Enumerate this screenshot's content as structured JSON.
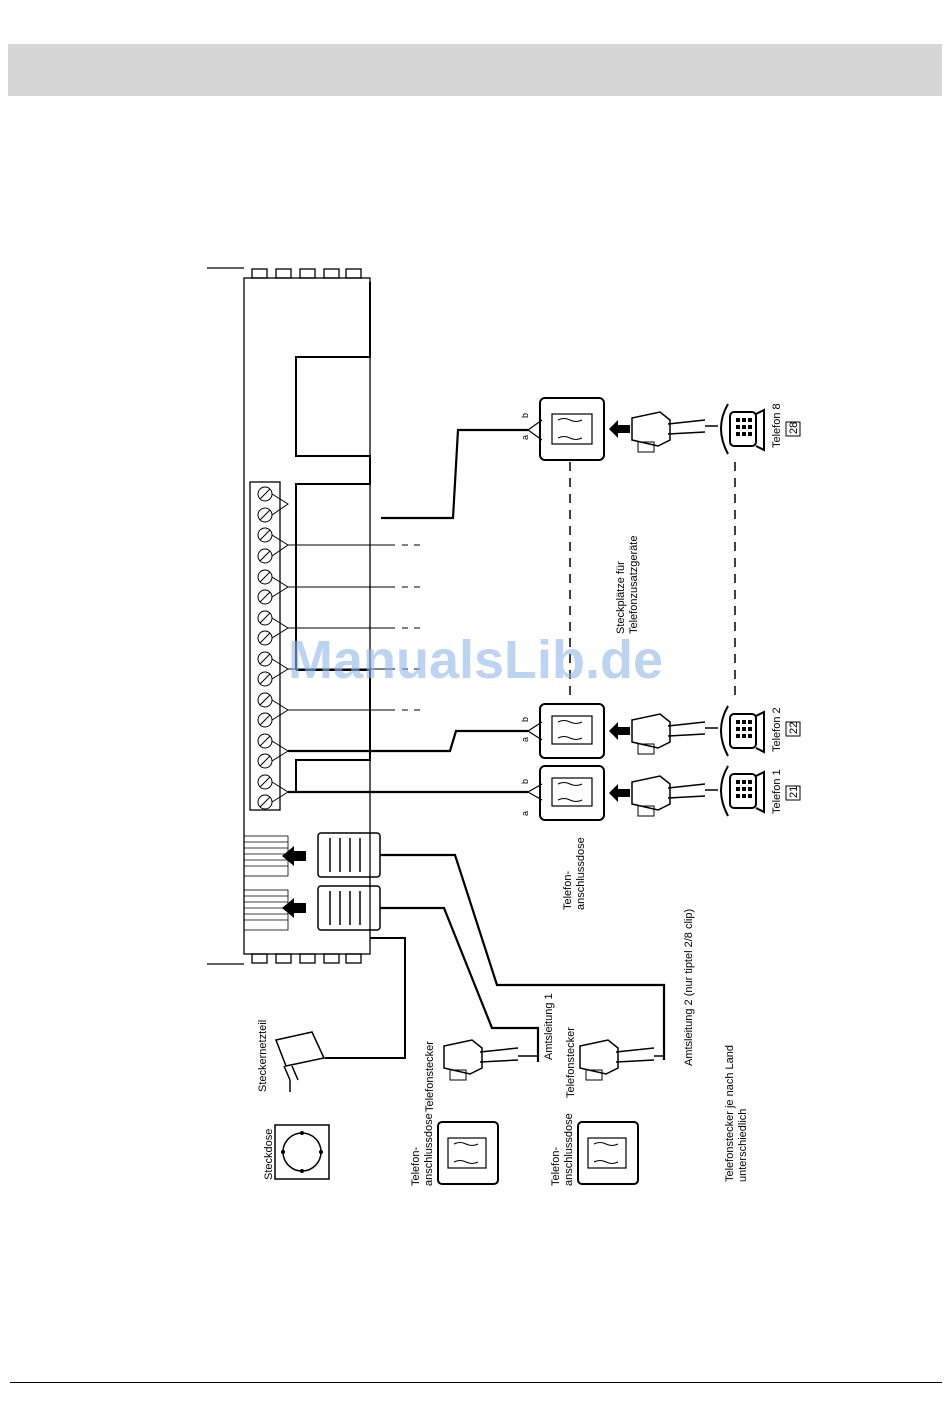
{
  "labels": {
    "steckplaetze_line1": "Steckplätze für",
    "steckplaetze_line2": "Telefonzusatzgeräte",
    "telefon_8": "Telefon 8",
    "badge_28": "28",
    "telefon_2": "Telefon 2",
    "badge_22": "22",
    "telefon_1": "Telefon 1",
    "badge_21": "21",
    "anschlussdose_line1": "Telefon-",
    "anschlussdose_line2": "anschlussdose",
    "amtsleitung_2": "Amtsleitung 2 (nur tiptel 2/8 clip)",
    "amtsleitung_1": "Amtsleitung 1",
    "telefonstecker_a": "Telefonstecker",
    "telefonstecker_b": "Telefonstecker",
    "steckernetzteil": "Steckernetzteil",
    "steckdose": "Steckdose",
    "wall_dose_a_line1": "Telefon-",
    "wall_dose_a_line2": "anschlussdose",
    "wall_dose_b_line1": "Telefon-",
    "wall_dose_b_line2": "anschlussdose",
    "stecker_note_line1": "Telefonstecker je nach Land",
    "stecker_note_line2": "unterschiedlich",
    "terminal_a": "a",
    "terminal_b": "b"
  },
  "watermark": "ManualsLib.de",
  "colors": {
    "line": "#000000",
    "header_band": "#d6d6d6",
    "watermark": "#8fb6ea"
  }
}
